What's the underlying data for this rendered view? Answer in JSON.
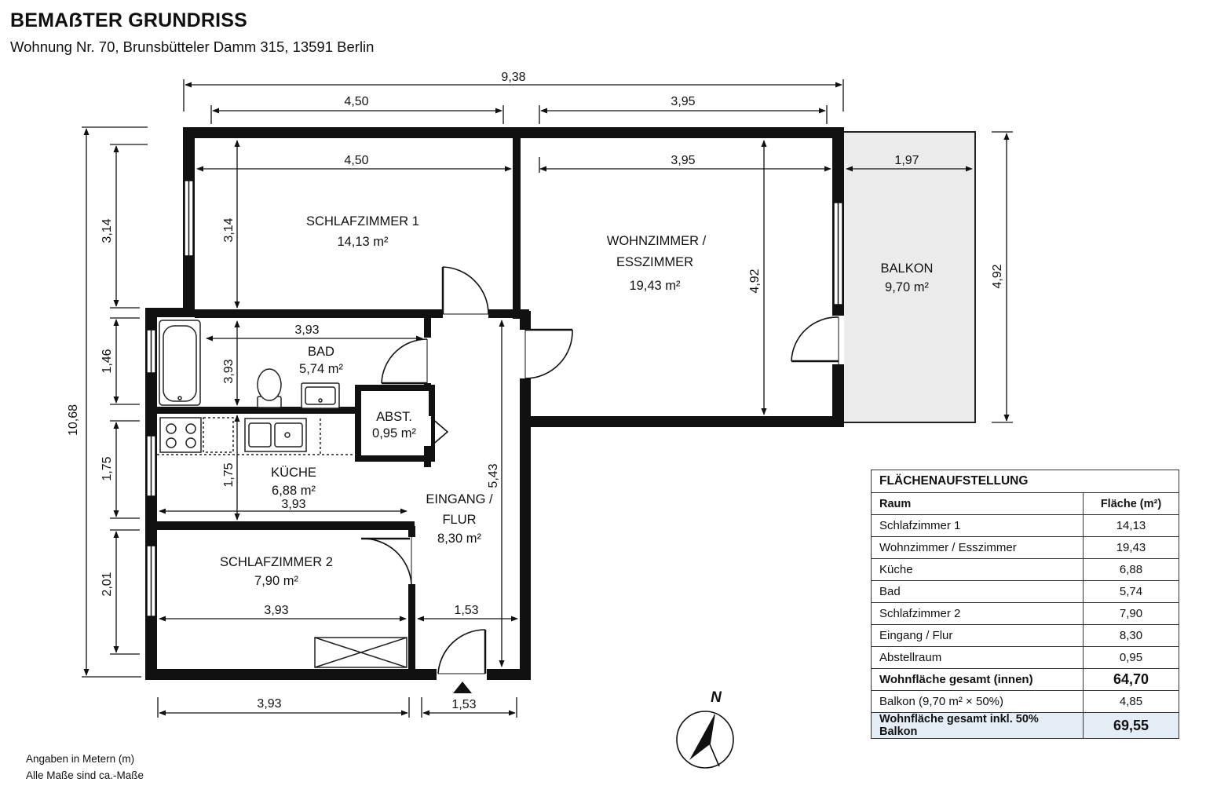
{
  "header": {
    "title": "BEMAẞTER GRUNDRISS",
    "subtitle": "Wohnung Nr. 70, Brunsbütteler Damm 315, 13591 Berlin"
  },
  "rooms": {
    "schlaf1": {
      "name": "SCHLAFZIMMER 1",
      "area": "14,13 m²"
    },
    "wohn_line1": "WOHNZIMMER /",
    "wohn_line2": "ESSZIMMER",
    "wohn_area": "19,43 m²",
    "balkon": {
      "name": "BALKON",
      "area": "9,70 m²"
    },
    "bad": {
      "name": "BAD",
      "area": "5,74 m²"
    },
    "abst": {
      "name": "ABST.",
      "area": "0,95 m²"
    },
    "kueche": {
      "name": "KÜCHE",
      "area": "6,88 m²"
    },
    "flur_line1": "EINGANG /",
    "flur_line2": "FLUR",
    "flur_area": "8,30 m²",
    "schlaf2": {
      "name": "SCHLAFZIMMER 2",
      "area": "7,90 m²"
    }
  },
  "dimensions": {
    "overall_width": "9,38",
    "top_left": "4,50",
    "top_right": "3,95",
    "schlaf1_width": "4,50",
    "wohn_width": "3,95",
    "balkon_width": "1,97",
    "schlaf1_height": "3,14",
    "wohn_height": "4,92",
    "balkon_height": "4,92",
    "left_total": "10,68",
    "left_seg1": "3,14",
    "left_seg2": "1,46",
    "left_seg3": "1,75",
    "left_seg4": "2,01",
    "bad_width": "3,93",
    "bad_height": "3,93",
    "kueche_height": "1,75",
    "kueche_width": "3,93",
    "flur_height": "5,43",
    "schlaf2_width": "3,93",
    "flur_width": "1,53",
    "bottom_left": "3,93",
    "bottom_right": "1,53"
  },
  "compass": {
    "north_label": "N"
  },
  "notes": {
    "line1": "Angaben in Metern (m)",
    "line2": "Alle Maße sind ca.-Maße"
  },
  "area_table": {
    "title": "FLÄCHENAUFSTELLUNG",
    "col_room": "Raum",
    "col_area": "Fläche (m²)",
    "rows": [
      {
        "room": "Schlafzimmer 1",
        "area": "14,13"
      },
      {
        "room": "Wohnzimmer / Esszimmer",
        "area": "19,43"
      },
      {
        "room": "Küche",
        "area": "6,88"
      },
      {
        "room": "Bad",
        "area": "5,74"
      },
      {
        "room": "Schlafzimmer 2",
        "area": "7,90"
      },
      {
        "room": "Eingang / Flur",
        "area": "8,30"
      },
      {
        "room": "Abstellraum",
        "area": "0,95"
      }
    ],
    "total_label": "Wohnfläche gesamt (innen)",
    "total_value": "64,70",
    "balkon_label": "Balkon (9,70 m² × 50%)",
    "balkon_value": "4,85",
    "grand_label": "Wohnfläche gesamt inkl. 50% Balkon",
    "grand_value": "69,55"
  },
  "colors": {
    "wall": "#111111",
    "balcony_fill": "#ebebeb",
    "table_highlight": "#e4edf6"
  }
}
